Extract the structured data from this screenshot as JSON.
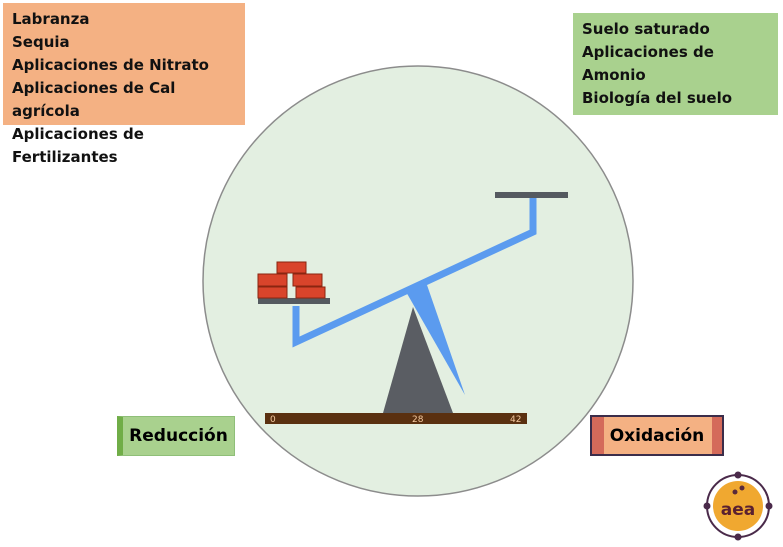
{
  "left_factors": [
    "Labranza",
    "Sequia",
    "Aplicaciones de Nitrato",
    "Aplicaciones de Cal agrícola",
    "Aplicaciones de Fertilizantes"
  ],
  "right_factors": [
    "Suelo saturado",
    "Aplicaciones de Amonio",
    "Biología del suelo"
  ],
  "scale": {
    "min": "0",
    "mid": "28",
    "max": "42"
  },
  "buttons": {
    "reduction": "Reducción",
    "oxidation": "Oxidación"
  },
  "logo": {
    "text": "aea"
  },
  "colors": {
    "orange": "#f4b183",
    "green": "#a9d18e",
    "beam": "#5b9bef",
    "fulcrum": "#595959"
  }
}
